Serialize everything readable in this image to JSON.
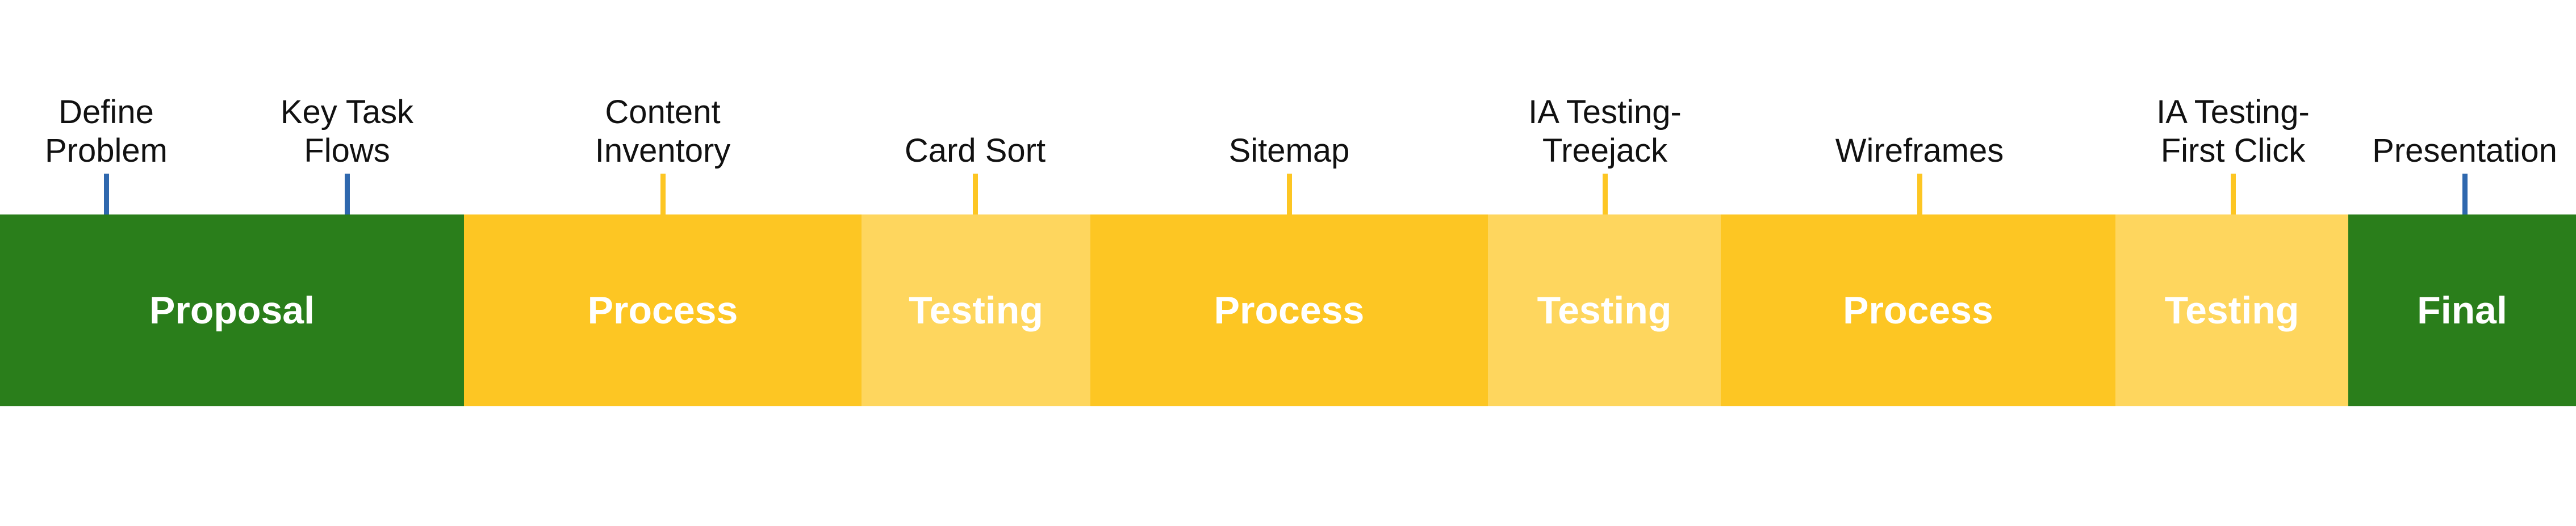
{
  "colors": {
    "proposal_green": "#2A7E1B",
    "process_yellow": "#FDC623",
    "testing_yellow": "#FED65E",
    "tick_blue": "#2F68AE",
    "tick_yellow": "#FDC623"
  },
  "milestones": [
    {
      "label": "Define\nProblem",
      "tick": "blue"
    },
    {
      "label": "Key Task\nFlows",
      "tick": "blue"
    },
    {
      "label": "Content\nInventory",
      "tick": "yellow"
    },
    {
      "label": "Card Sort",
      "tick": "yellow"
    },
    {
      "label": "Sitemap",
      "tick": "yellow"
    },
    {
      "label": "IA Testing-\nTreejack",
      "tick": "yellow"
    },
    {
      "label": "Wireframes",
      "tick": "yellow"
    },
    {
      "label": "IA Testing-\nFirst Click",
      "tick": "yellow"
    },
    {
      "label": "Presentation",
      "tick": "blue"
    }
  ],
  "segments": [
    {
      "label": "Proposal",
      "kind": "proposal"
    },
    {
      "label": "Process",
      "kind": "process"
    },
    {
      "label": "Testing",
      "kind": "testing"
    },
    {
      "label": "Process",
      "kind": "process"
    },
    {
      "label": "Testing",
      "kind": "testing"
    },
    {
      "label": "Process",
      "kind": "process"
    },
    {
      "label": "Testing",
      "kind": "testing"
    },
    {
      "label": "Final",
      "kind": "proposal"
    }
  ]
}
